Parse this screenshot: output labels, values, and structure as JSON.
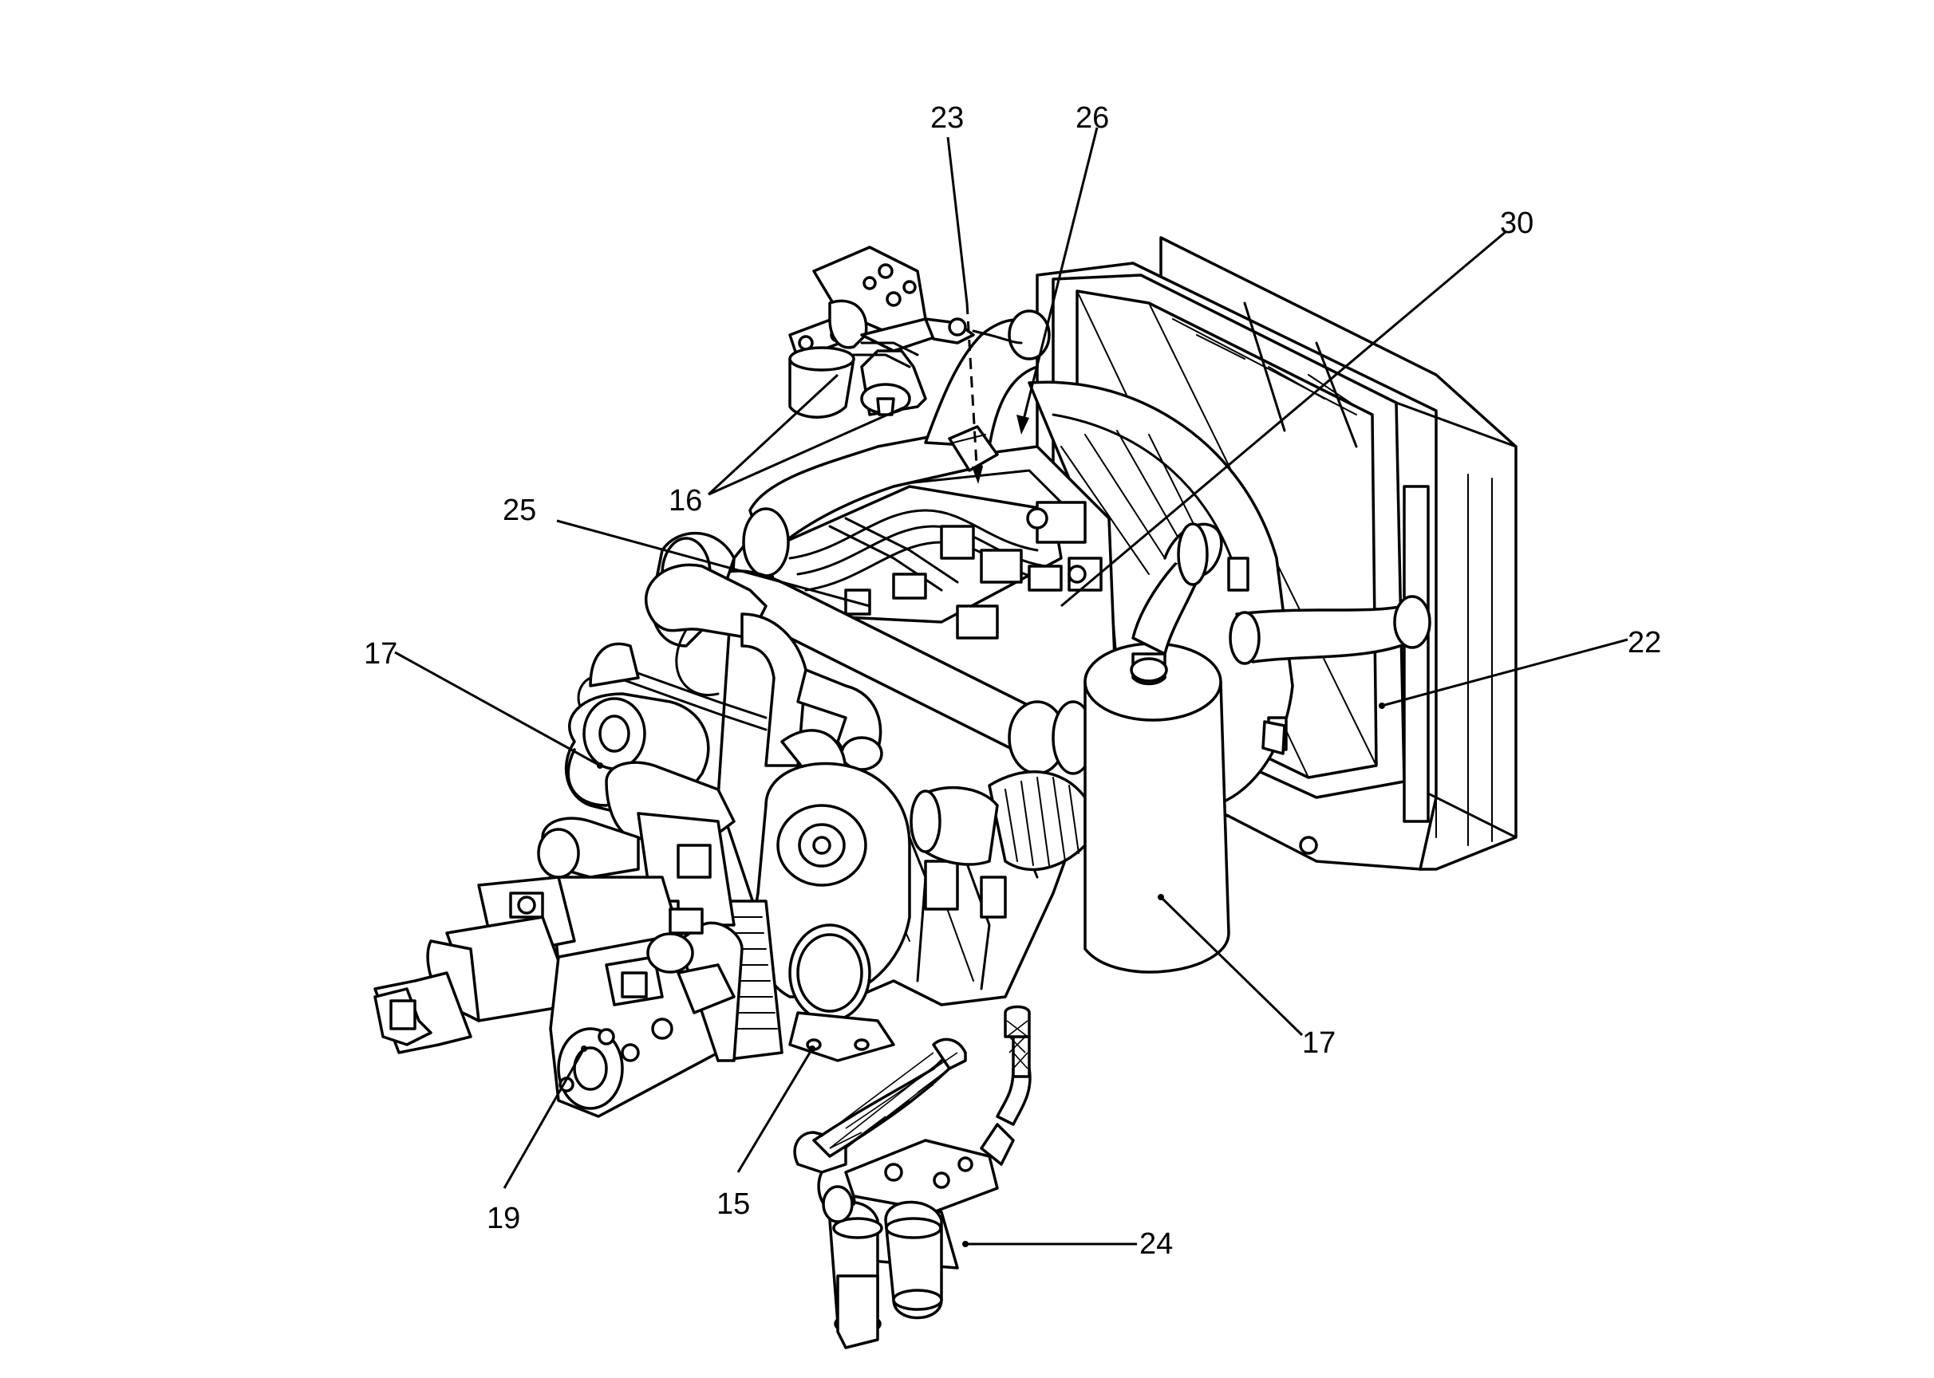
{
  "callouts": [
    {
      "id": "23",
      "label": "23"
    },
    {
      "id": "26",
      "label": "26"
    },
    {
      "id": "30",
      "label": "30"
    },
    {
      "id": "16",
      "label": "16"
    },
    {
      "id": "25",
      "label": "25"
    },
    {
      "id": "17a",
      "label": "17"
    },
    {
      "id": "22",
      "label": "22"
    },
    {
      "id": "17b",
      "label": "17"
    },
    {
      "id": "19",
      "label": "19"
    },
    {
      "id": "15",
      "label": "15"
    },
    {
      "id": "24",
      "label": "24"
    }
  ],
  "colors": {
    "ink": "#000000",
    "paper": "#ffffff"
  }
}
